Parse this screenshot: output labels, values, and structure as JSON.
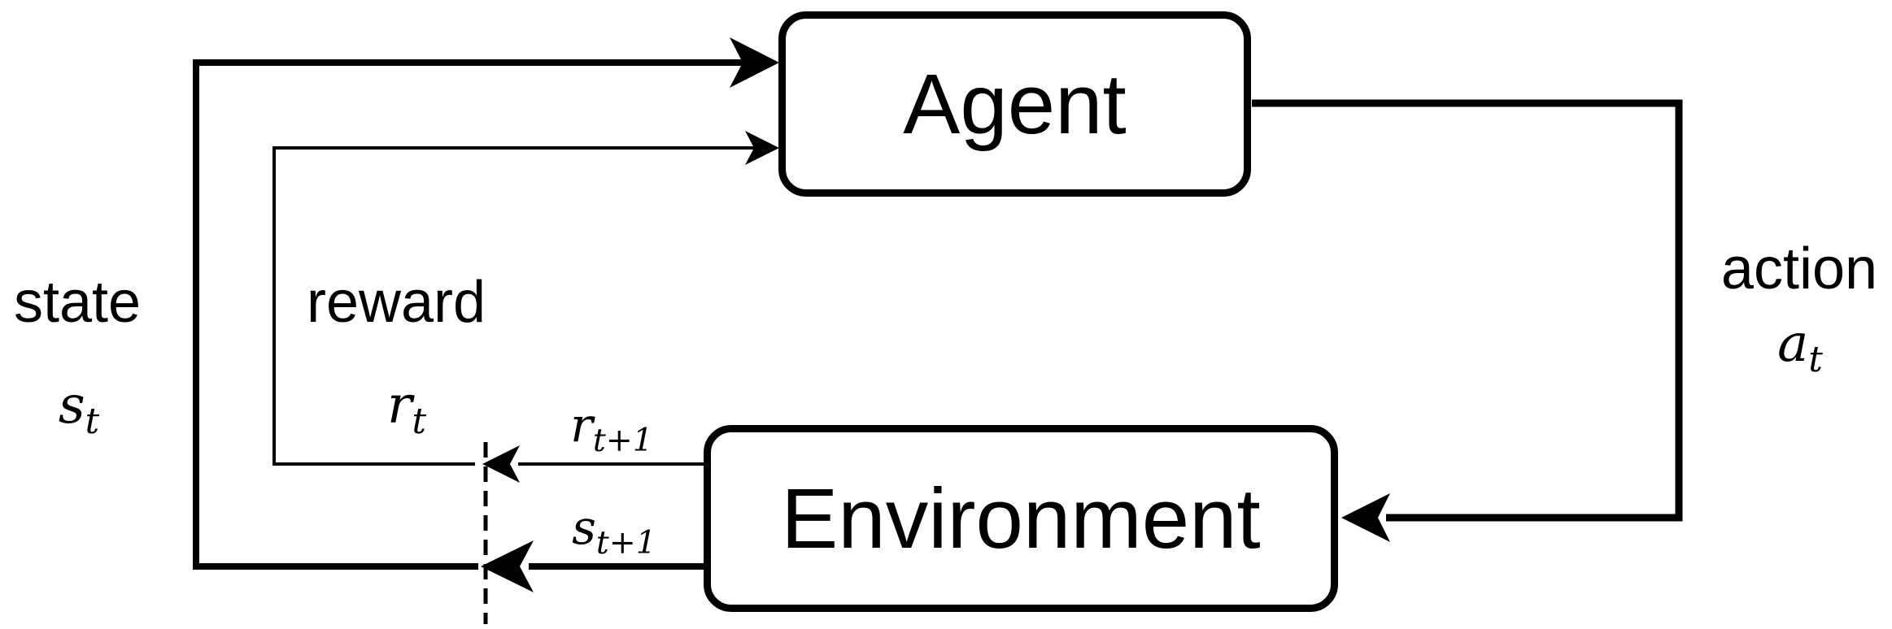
{
  "diagram": {
    "nodes": {
      "agent": {
        "label": "Agent"
      },
      "environment": {
        "label": "Environment"
      }
    },
    "labels": {
      "state": {
        "word": "state",
        "symbol_base": "s",
        "symbol_sub": "t"
      },
      "reward": {
        "word": "reward",
        "symbol_base": "r",
        "symbol_sub": "t"
      },
      "action": {
        "word": "action",
        "symbol_base": "a",
        "symbol_sub": "t"
      },
      "next_reward": {
        "symbol_base": "r",
        "symbol_sub": "t+1"
      },
      "next_state": {
        "symbol_base": "s",
        "symbol_sub": "t+1"
      }
    },
    "colors": {
      "ink": "#000000",
      "background": "#ffffff"
    }
  }
}
